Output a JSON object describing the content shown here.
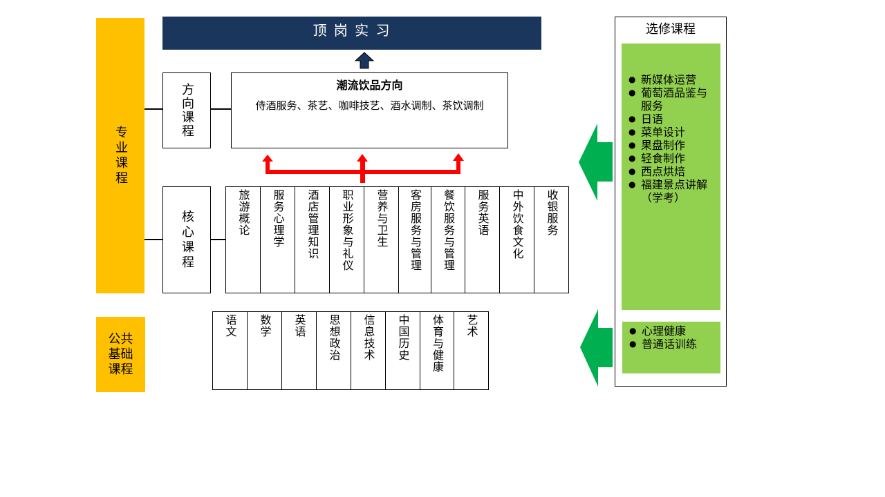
{
  "diagram": {
    "professional_label": "专业课程",
    "public_label": "公共基础课程",
    "internship": "顶 岗 实 习",
    "direction_label": "方向课程",
    "direction_title": "潮流饮品方向",
    "direction_courses": "侍酒服务、茶艺、咖啡技艺、酒水调制、茶饮调制",
    "core_label": "核心课程",
    "core_courses": [
      "旅游概论",
      "服务心理学",
      "酒店管理知识",
      "职业形象与礼仪",
      "营养与卫生",
      "客房服务与管理",
      "餐饮服务与管理",
      "服务英语",
      "中外饮食文化",
      "收银服务"
    ],
    "public_courses": [
      "语文",
      "数学",
      "英语",
      "思想政治",
      "信息技术",
      "中国历史",
      "体育与健康",
      "艺术"
    ],
    "elective_title": "选修课程",
    "elective_professional": [
      "新媒体运营",
      "葡萄酒品鉴与服务",
      "日语",
      "菜单设计",
      "果盘制作",
      "轻食制作",
      "西点烘焙",
      "福建景点讲解（学考）"
    ],
    "elective_public": [
      "心理健康",
      "普通话训练"
    ],
    "colors": {
      "yellow": "#FFC000",
      "navy": "#1B365D",
      "red": "#FF0000",
      "green_arrow": "#00B050",
      "green_panel": "#92D050"
    }
  }
}
